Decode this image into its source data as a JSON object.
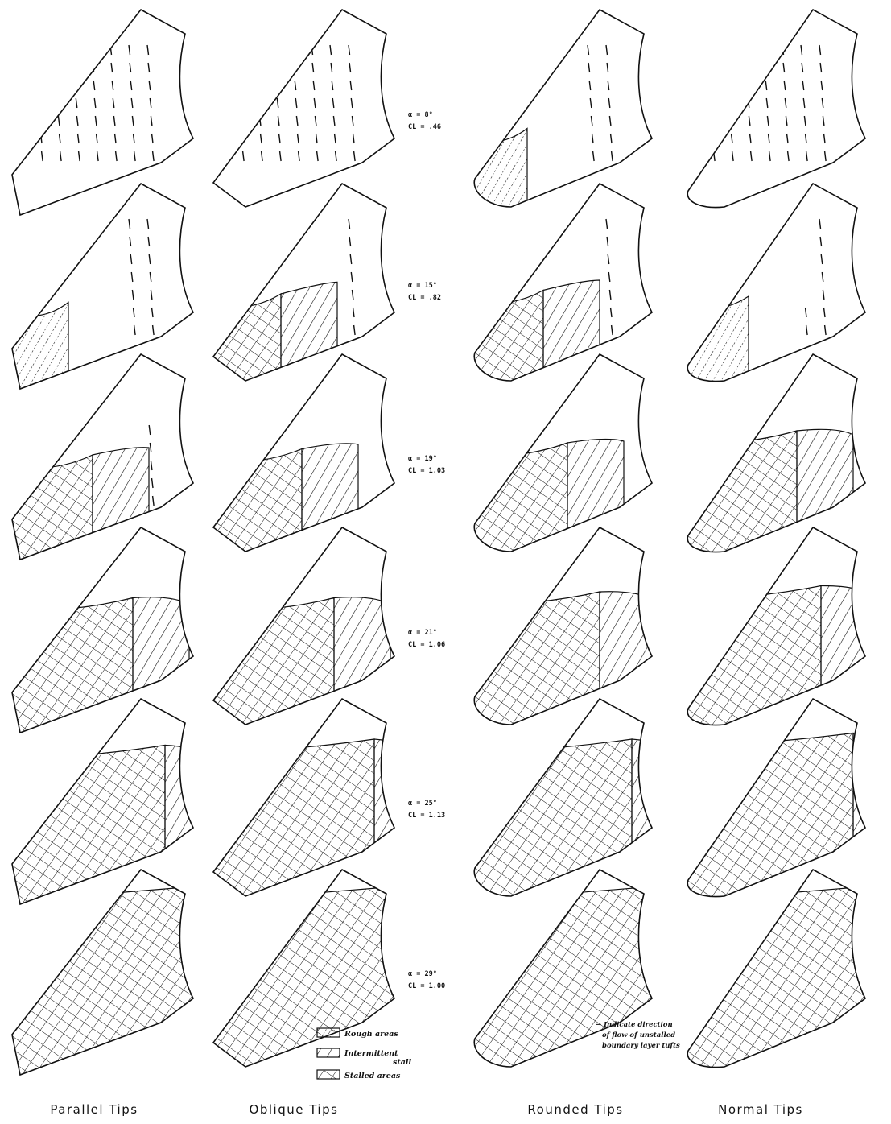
{
  "columns": [
    {
      "id": "parallel",
      "label": "Parallel Tips"
    },
    {
      "id": "oblique",
      "label": "Oblique Tips"
    },
    {
      "id": "rounded",
      "label": "Rounded Tips"
    },
    {
      "id": "normal",
      "label": "Normal Tips"
    }
  ],
  "conditions": [
    {
      "alpha": "α = 8°",
      "cl": "CL = .46"
    },
    {
      "alpha": "α = 15°",
      "cl": "CL = .82"
    },
    {
      "alpha": "α = 19°",
      "cl": "CL = 1.03"
    },
    {
      "alpha": "α = 21°",
      "cl": "CL = 1.06"
    },
    {
      "alpha": "α = 25°",
      "cl": "CL = 1.13"
    },
    {
      "alpha": "α = 29°",
      "cl": "CL = 1.00"
    }
  ],
  "legend": {
    "rough": "Rough areas",
    "intermittent_1": "Intermittent",
    "intermittent_2": "stall",
    "stalled": "Stalled areas"
  },
  "note": {
    "line1": "→ Indicate direction",
    "line2": "of flow of unstalled",
    "line3": "boundary layer tufts"
  },
  "stall_fractions": {
    "parallel": [
      0.0,
      0.15,
      0.3,
      0.55,
      0.75,
      1.0
    ],
    "oblique": [
      0.0,
      0.22,
      0.35,
      0.55,
      0.8,
      1.0
    ],
    "rounded": [
      0.15,
      0.25,
      0.4,
      0.6,
      0.8,
      1.0
    ],
    "normal": [
      0.0,
      0.2,
      0.5,
      0.65,
      0.85,
      1.0
    ]
  }
}
